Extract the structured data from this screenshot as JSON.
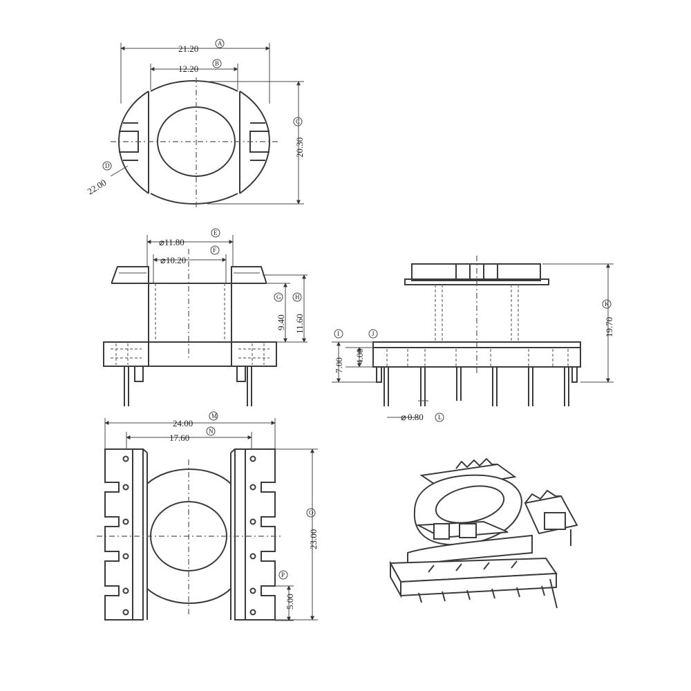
{
  "top_view": {
    "width_overall": "21.20",
    "width_overall_tag": "A",
    "width_inner": "12.20",
    "width_inner_tag": "B",
    "height": "20.30",
    "height_tag": "C",
    "diameter": "22.00",
    "diameter_tag": "D"
  },
  "front_view": {
    "outer_dia": "11.80",
    "outer_dia_tag": "E",
    "inner_dia": "10.20",
    "inner_dia_tag": "F",
    "winding_height": "9.40",
    "winding_height_tag": "G",
    "flange_height": "11.60",
    "flange_height_tag": "H"
  },
  "side_view": {
    "base_height": "7.00",
    "base_height_tag": "I",
    "pin_shoulder": "4.00",
    "pin_shoulder_tag": "J",
    "total_height": "19.70",
    "total_height_tag": "K",
    "pin_dia": "0.80",
    "pin_dia_tag": "L"
  },
  "bottom_view": {
    "width_overall": "24.00",
    "width_overall_tag": "M",
    "width_inner": "17.60",
    "width_inner_tag": "N",
    "length": "23.00",
    "length_tag": "O",
    "pin_pitch": "5.00",
    "pin_pitch_tag": "P"
  }
}
